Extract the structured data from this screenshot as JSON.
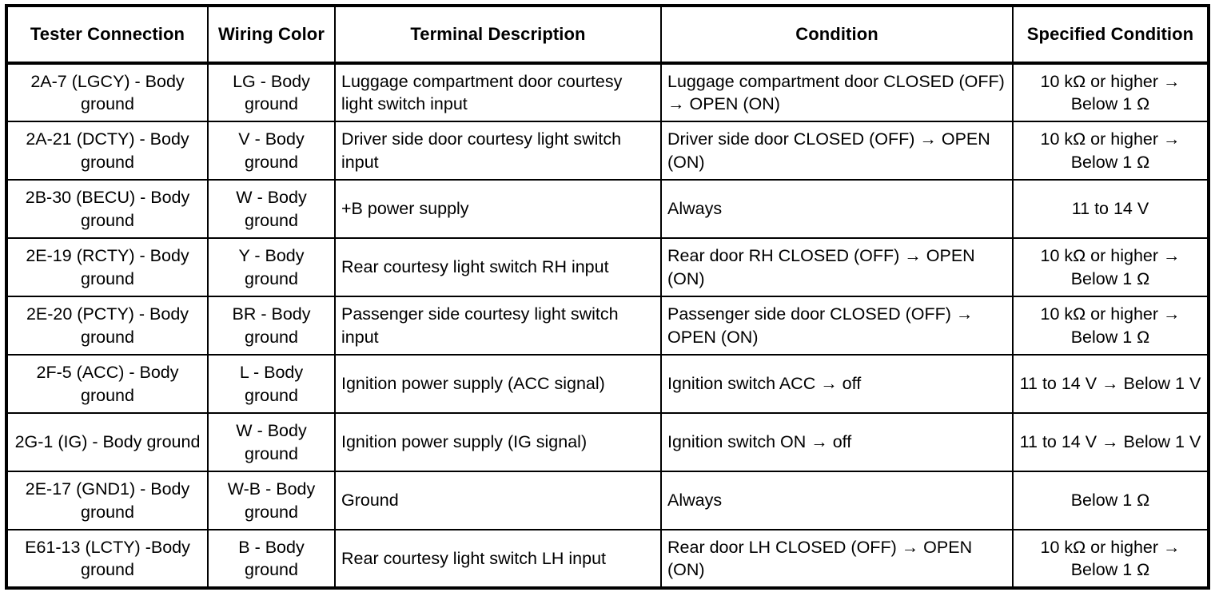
{
  "table": {
    "name": "terminal-inspection-table",
    "columns": [
      "Tester Connection",
      "Wiring Color",
      "Terminal Description",
      "Condition",
      "Specified Condition"
    ],
    "rows": [
      {
        "tester_connection": "2A-7 (LGCY) - Body ground",
        "wiring_color": "LG - Body ground",
        "terminal_description": "Luggage compartment door courtesy light switch input",
        "condition": "Luggage compartment door CLOSED (OFF) → OPEN (ON)",
        "specified_condition": "10 kΩ or higher → Below 1 Ω"
      },
      {
        "tester_connection": "2A-21 (DCTY) - Body ground",
        "wiring_color": "V - Body ground",
        "terminal_description": "Driver side door courtesy light switch input",
        "condition": "Driver side door CLOSED (OFF) → OPEN (ON)",
        "specified_condition": "10 kΩ or higher → Below 1 Ω"
      },
      {
        "tester_connection": "2B-30 (BECU) - Body ground",
        "wiring_color": "W - Body ground",
        "terminal_description": "+B power supply",
        "condition": "Always",
        "specified_condition": "11 to 14 V"
      },
      {
        "tester_connection": "2E-19 (RCTY) - Body ground",
        "wiring_color": "Y - Body ground",
        "terminal_description": "Rear courtesy light switch RH input",
        "condition": "Rear door RH CLOSED (OFF) → OPEN (ON)",
        "specified_condition": "10 kΩ or higher → Below 1 Ω"
      },
      {
        "tester_connection": "2E-20 (PCTY) - Body ground",
        "wiring_color": "BR - Body ground",
        "terminal_description": "Passenger side courtesy light switch input",
        "condition": "Passenger side door CLOSED (OFF) → OPEN (ON)",
        "specified_condition": "10 kΩ or higher → Below 1 Ω"
      },
      {
        "tester_connection": "2F-5 (ACC) - Body ground",
        "wiring_color": "L - Body ground",
        "terminal_description": "Ignition power supply (ACC signal)",
        "condition": "Ignition switch ACC → off",
        "specified_condition": "11 to 14 V → Below 1 V"
      },
      {
        "tester_connection": "2G-1 (IG) - Body ground",
        "wiring_color": "W - Body ground",
        "terminal_description": "Ignition power supply (IG signal)",
        "condition": "Ignition switch ON → off",
        "specified_condition": "11 to 14 V → Below 1 V"
      },
      {
        "tester_connection": "2E-17 (GND1) - Body ground",
        "wiring_color": "W-B - Body ground",
        "terminal_description": "Ground",
        "condition": "Always",
        "specified_condition": "Below 1 Ω"
      },
      {
        "tester_connection": "E61-13 (LCTY) -Body ground",
        "wiring_color": "B - Body ground",
        "terminal_description": "Rear courtesy light switch LH input",
        "condition": "Rear door LH CLOSED (OFF) → OPEN (ON)",
        "specified_condition": "10 kΩ or higher → Below 1 Ω"
      }
    ]
  },
  "colors": {
    "border": "#000000",
    "text": "#000000",
    "background": "#ffffff"
  }
}
